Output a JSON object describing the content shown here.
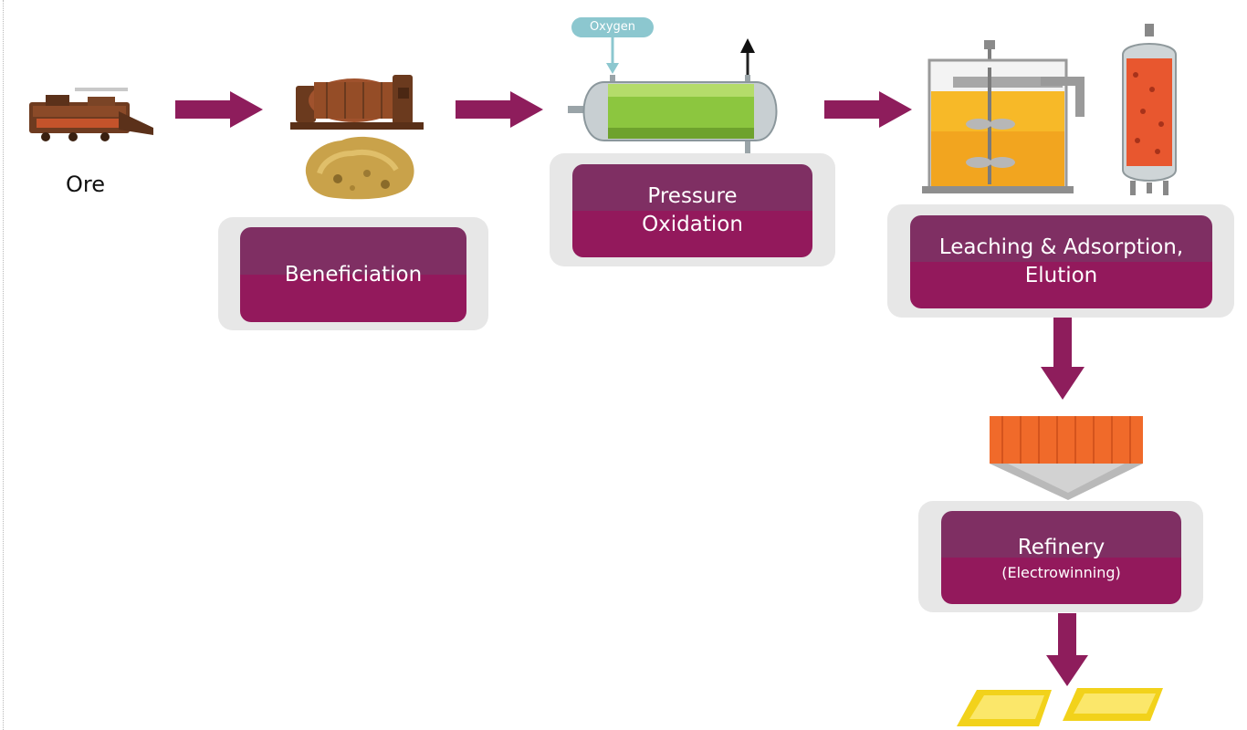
{
  "ore": {
    "label": "Ore"
  },
  "oxygen": {
    "label": "Oxygen"
  },
  "stages": {
    "beneficiation": {
      "title": "Beneficiation"
    },
    "pressure_oxidation": {
      "title": "Pressure\nOxidation"
    },
    "leaching": {
      "title": "Leaching & Adsorption,\nElution"
    },
    "refinery": {
      "title": "Refinery",
      "subtitle": "(Electrowinning)"
    }
  },
  "colors": {
    "arrow": "#8e1d5c",
    "box_top": "#7f2f63",
    "box_bottom": "#93195c",
    "panel": "#e7e7e7",
    "oxygen_tag": "#8cc7cf"
  }
}
